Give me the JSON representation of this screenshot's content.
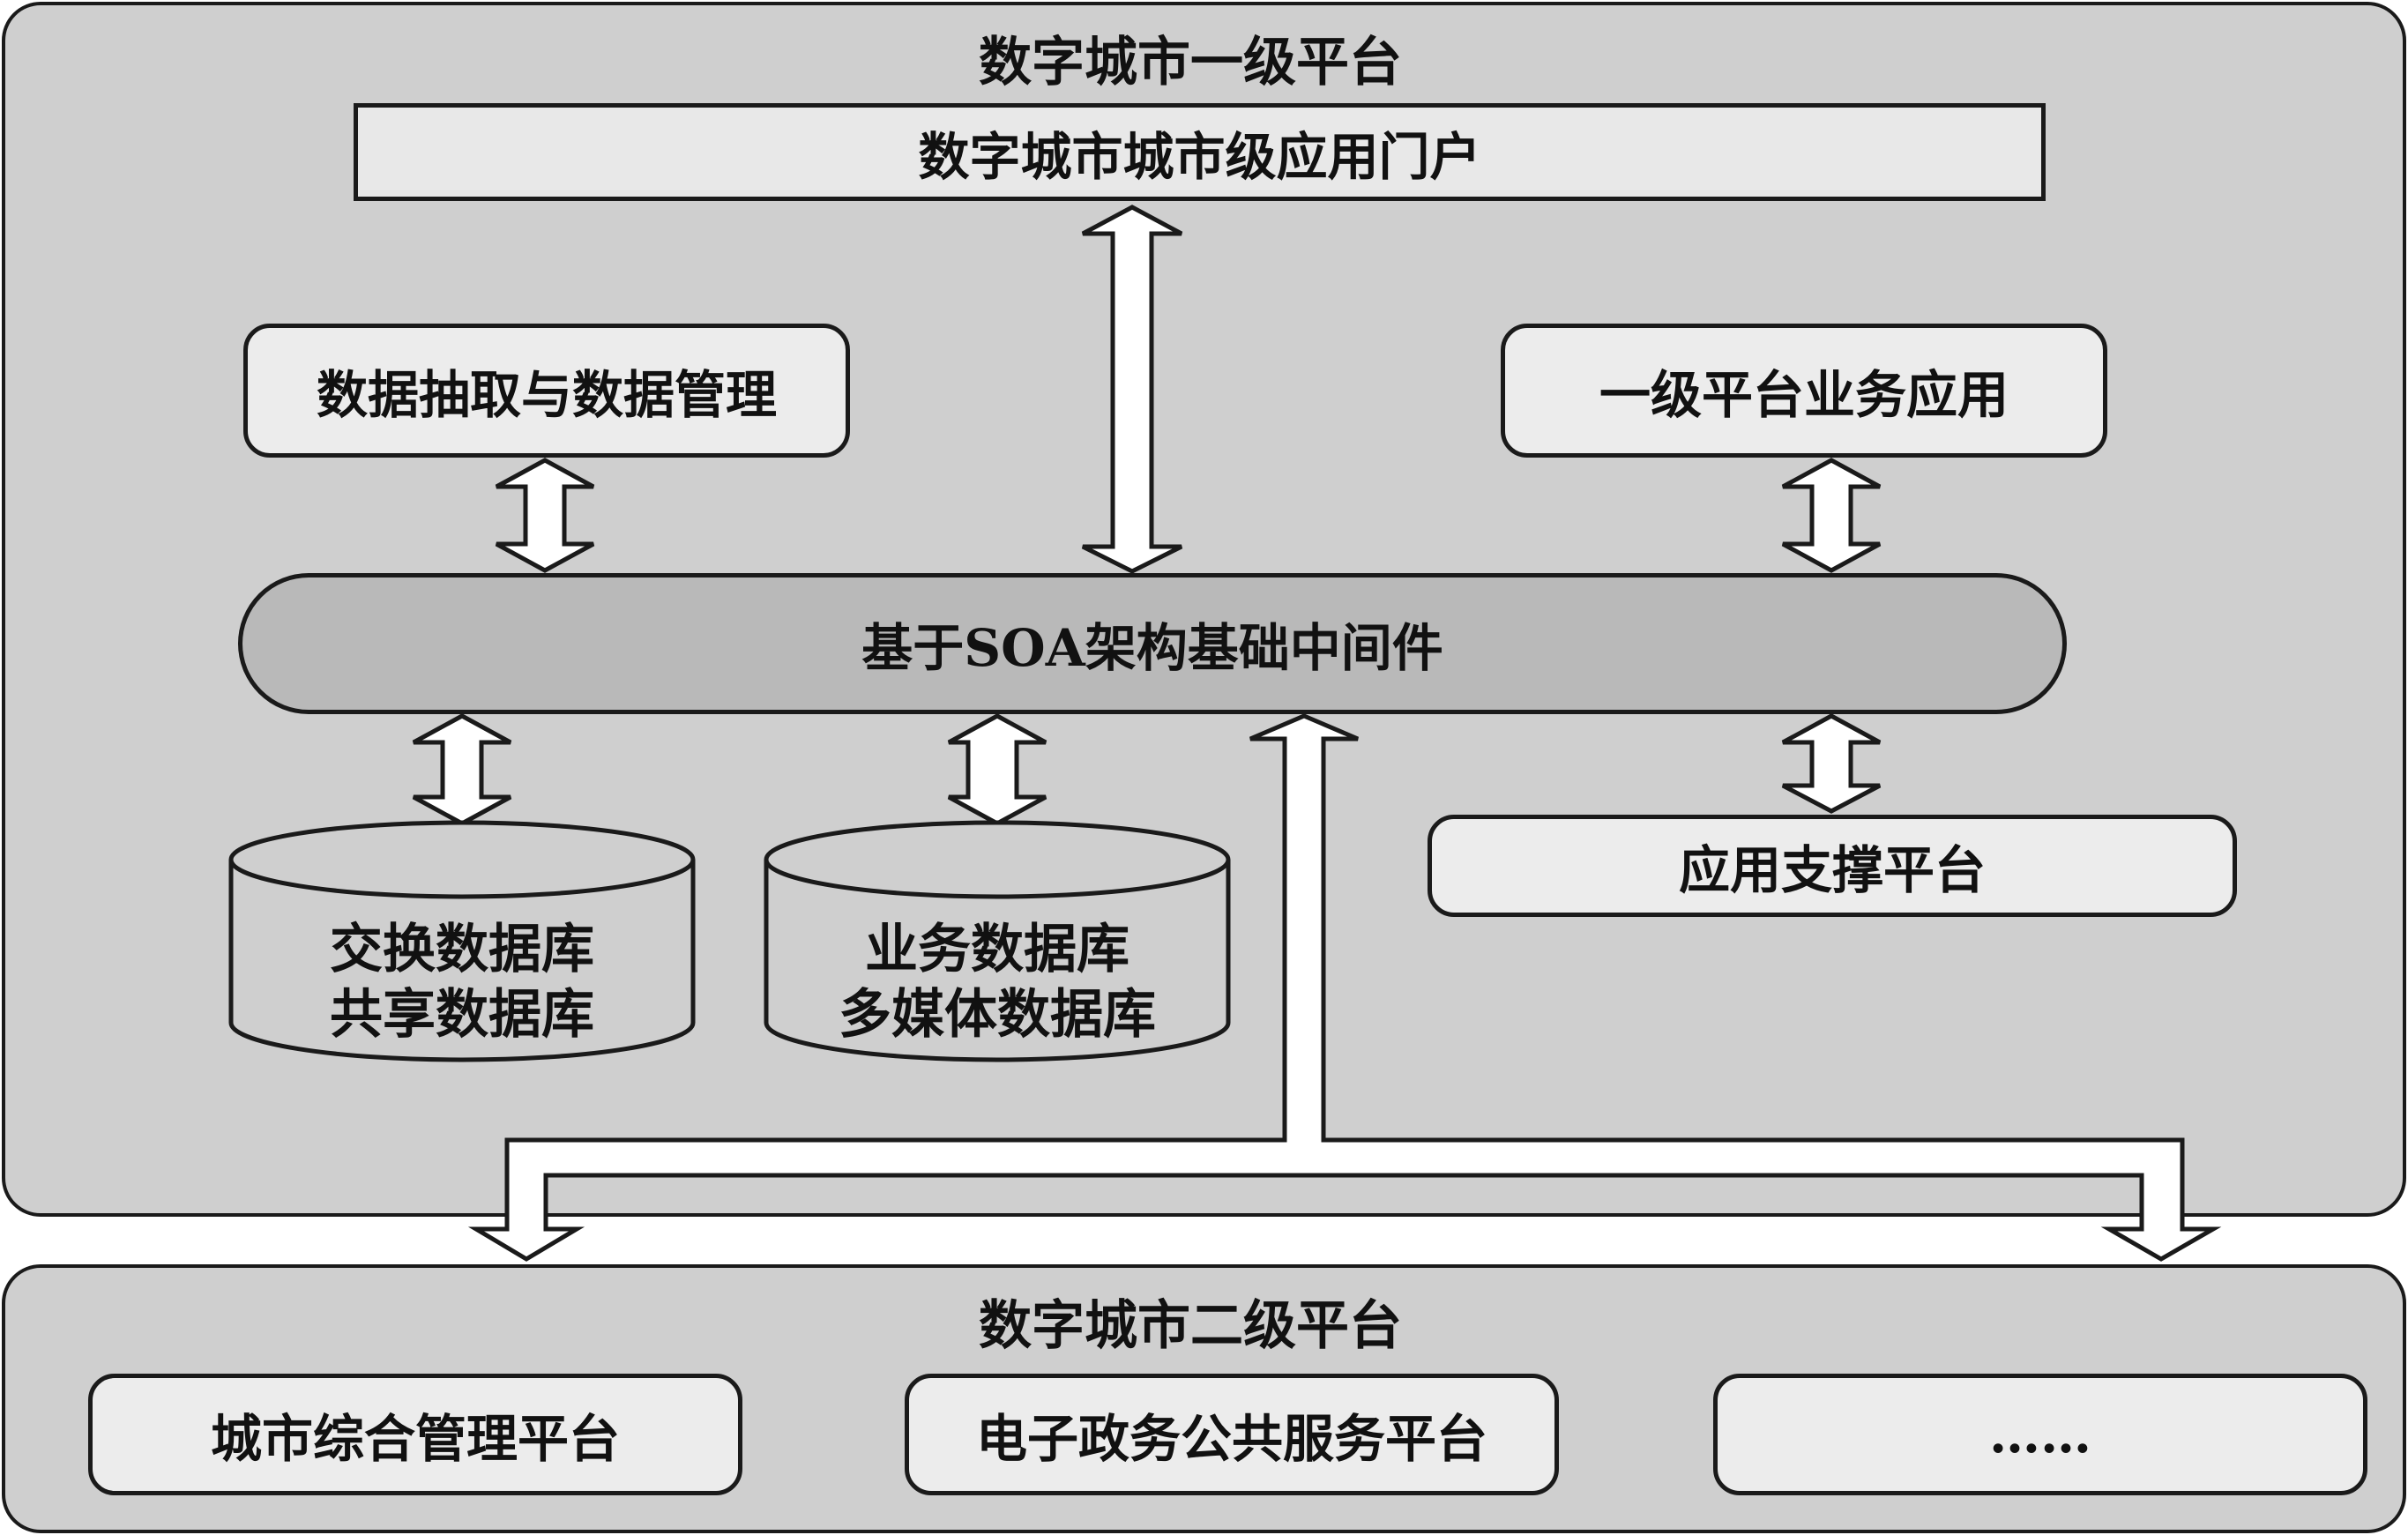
{
  "level1": {
    "title": "数字城市一级平台",
    "portal": "数字城市城市级应用门户",
    "data_extract": "数据抽取与数据管理",
    "business_app": "一级平台业务应用",
    "middleware": "基于SOA架构基础中间件",
    "db_exchange": [
      "交换数据库",
      "共享数据库"
    ],
    "db_business": [
      "业务数据库",
      "多媒体数据库"
    ],
    "support_platform": "应用支撑平台"
  },
  "level2": {
    "title": "数字城市二级平台",
    "items": [
      "城市综合管理平台",
      "电子政务公共服务平台",
      "……"
    ]
  },
  "colors": {
    "platform_fill": "#cfcfcf",
    "box_fill": "#ececec",
    "middleware_fill": "#b9b9b9",
    "stroke": "#1a1a1a"
  }
}
